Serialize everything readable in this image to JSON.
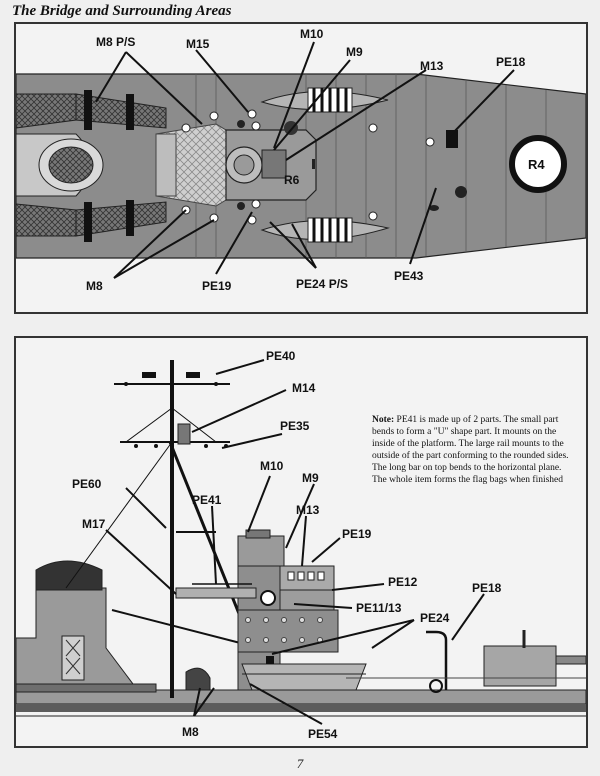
{
  "header": {
    "title": "The Bridge and Surrounding Areas"
  },
  "top_view": {
    "labels": {
      "m8ps": "M8 P/S",
      "m15": "M15",
      "m10": "M10",
      "m9": "M9",
      "m13": "M13",
      "pe18": "PE18",
      "r4": "R4",
      "r6": "R6",
      "m8": "M8",
      "pe19": "PE19",
      "pe24ps": "PE24 P/S",
      "pe43": "PE43"
    }
  },
  "side_view": {
    "labels": {
      "pe40": "PE40",
      "m14": "M14",
      "pe35": "PE35",
      "pe60": "PE60",
      "m10": "M10",
      "m9": "M9",
      "pe41": "PE41",
      "m17": "M17",
      "m13": "M13",
      "pe19": "PE19",
      "pe12": "PE12",
      "pe1113": "PE11/13",
      "pe24": "PE24",
      "pe18": "PE18",
      "m8": "M8",
      "pe54": "PE54"
    },
    "note": {
      "lead": "Note:",
      "text": "PE41 is made up of 2 parts.  The small part bends to form a \"U\" shape part.  It mounts on the inside of the platform.  The large rail mounts to the outside of the part conforming to the rounded sides.  The long bar on top bends to the horizontal plane.  The whole item forms the flag bags when finished"
    }
  },
  "footer": {
    "page_number": "7"
  },
  "colors": {
    "deck": "#8e8e8e",
    "deck_dark": "#6f6f6f",
    "ink": "#111111",
    "hull_light": "#b5b5b5"
  }
}
